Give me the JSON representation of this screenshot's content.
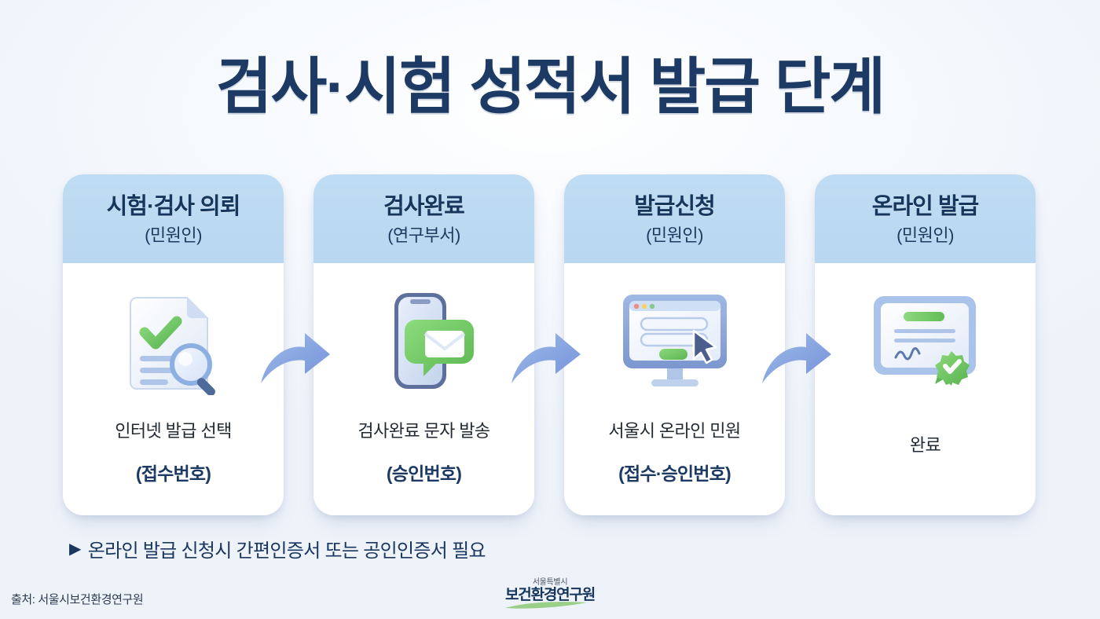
{
  "title": "검사·시험 성적서 발급 단계",
  "steps": [
    {
      "header": "시험·검사 의뢰",
      "subheader": "(민원인)",
      "icon": "document-check-magnifier-icon",
      "line1": "인터넷 발급 선택",
      "line2": "(접수번호)"
    },
    {
      "header": "검사완료",
      "subheader": "(연구부서)",
      "icon": "smartphone-message-icon",
      "line1": "검사완료 문자 발송",
      "line2": "(승인번호)"
    },
    {
      "header": "발급신청",
      "subheader": "(민원인)",
      "icon": "monitor-online-form-icon",
      "line1": "서울시 온라인 민원",
      "line2": "(접수·승인번호)"
    },
    {
      "header": "온라인 발급",
      "subheader": "(민원인)",
      "icon": "certificate-seal-icon",
      "line1": "완료",
      "line2": ""
    }
  ],
  "arrows": [
    {
      "icon": "curved-arrow-right-icon"
    },
    {
      "icon": "curved-arrow-right-icon"
    },
    {
      "icon": "curved-arrow-right-icon"
    }
  ],
  "footnote": {
    "marker": "▶",
    "text": "온라인 발급 신청시 간편인증서 또는 공인인증서 필요"
  },
  "source": "출처: 서울시보건환경연구원",
  "logo": {
    "top": "서울특별시",
    "main": "보건환경연구원"
  },
  "colors": {
    "background": "#f3f6fb",
    "title_navy": "#1c3a63",
    "card_header_blue": "#bcd8f0",
    "card_white": "#ffffff",
    "accent_green": "#6fc464",
    "arrow_blue": "#7b9ee3",
    "body_text": "#222a33"
  }
}
